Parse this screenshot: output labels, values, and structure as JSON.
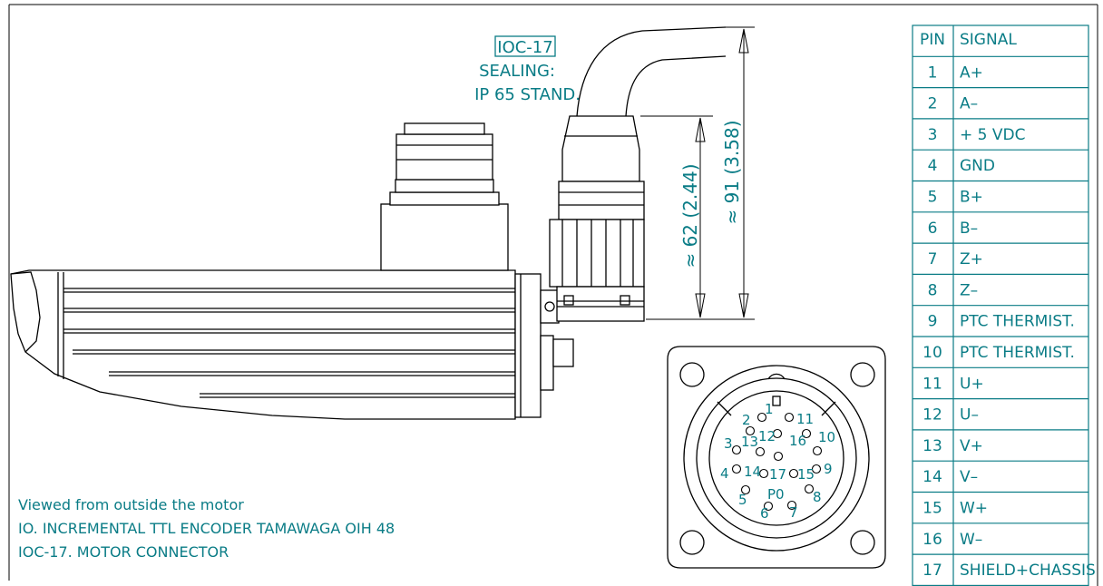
{
  "connector_label": {
    "code": "IOC-17",
    "line1": "SEALING:",
    "line2": "IP 65 STAND."
  },
  "dimensions": {
    "short": "≈ 62 (2.44)",
    "long": "≈ 91 (3.58)"
  },
  "notes": [
    "Viewed from outside the motor",
    "IO. INCREMENTAL TTL ENCODER TAMAWAGA OIH 48",
    "IOC-17. MOTOR CONNECTOR"
  ],
  "pin_labels": {
    "p1": "1",
    "p2": "2",
    "p3": "3",
    "p4": "4",
    "p5": "5",
    "p6": "6",
    "p7": "7",
    "p8": "8",
    "p9": "9",
    "p10": "10",
    "p11": "11",
    "p12": "12",
    "p13": "13",
    "p14": "14",
    "p15": "15",
    "p16": "16",
    "p17": "17",
    "p0": "P0"
  },
  "pin_table": {
    "header": {
      "pin": "PIN",
      "signal": "SIGNAL"
    },
    "rows": [
      {
        "pin": "1",
        "signal": "A+"
      },
      {
        "pin": "2",
        "signal": "A–"
      },
      {
        "pin": "3",
        "signal": "+ 5 VDC"
      },
      {
        "pin": "4",
        "signal": "GND"
      },
      {
        "pin": "5",
        "signal": "B+"
      },
      {
        "pin": "6",
        "signal": "B–"
      },
      {
        "pin": "7",
        "signal": "Z+"
      },
      {
        "pin": "8",
        "signal": "Z–"
      },
      {
        "pin": "9",
        "signal": "PTC THERMIST."
      },
      {
        "pin": "10",
        "signal": "PTC THERMIST."
      },
      {
        "pin": "11",
        "signal": "U+"
      },
      {
        "pin": "12",
        "signal": "U–"
      },
      {
        "pin": "13",
        "signal": "V+"
      },
      {
        "pin": "14",
        "signal": "V–"
      },
      {
        "pin": "15",
        "signal": "W+"
      },
      {
        "pin": "16",
        "signal": "W–"
      },
      {
        "pin": "17",
        "signal": "SHIELD+CHASSIS"
      }
    ]
  },
  "colors": {
    "line": "#000000",
    "text": "#0a7c86"
  }
}
